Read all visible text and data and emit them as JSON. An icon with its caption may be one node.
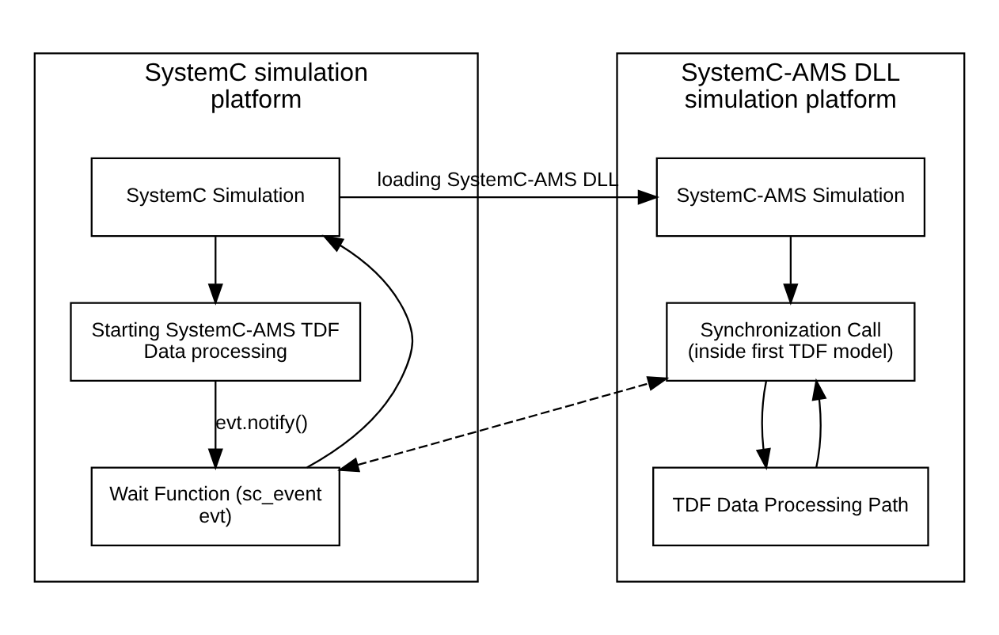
{
  "diagram": {
    "nodes": [
      {
        "text": [
          "SystemC simulation platform"
        ]
      },
      {
        "text": [
          "SystemC Simulation"
        ],
        "in": 0
      },
      {
        "text": [
          "Starting SystemC-AMS TDF Data processing"
        ],
        "in": 0
      },
      {
        "text": [
          "Wait Function (sc_event evt)"
        ],
        "in": 0
      },
      {
        "text": [
          "SystemC-AMS DLL simulation platform"
        ]
      },
      {
        "text": [
          "SystemC-AMS Simulation"
        ],
        "in": 4
      },
      {
        "text": [
          "Synchronization Call (inside first TDF model)"
        ],
        "in": 4
      },
      {
        "text": [
          "TDF Data Processing Path"
        ],
        "in": 4
      }
    ],
    "edges": [
      {
        "from": 1,
        "to": 5,
        "arrow": "to",
        "label": "loading SystemC-AMS DLL"
      },
      {
        "from": 1,
        "to": 2,
        "arrow": "to"
      },
      {
        "from": 2,
        "to": 3,
        "arrow": "to",
        "label": "evt.notify()"
      },
      {
        "from": 3,
        "to": 1,
        "arrow": "to"
      },
      {
        "from": 5,
        "to": 6,
        "arrow": "to"
      },
      {
        "from": 6,
        "to": 7,
        "arrow": "to"
      },
      {
        "from": 7,
        "to": 6,
        "arrow": "to"
      },
      {
        "from": 3,
        "to": 6,
        "arrow": "both",
        "style": "dashed"
      }
    ]
  }
}
